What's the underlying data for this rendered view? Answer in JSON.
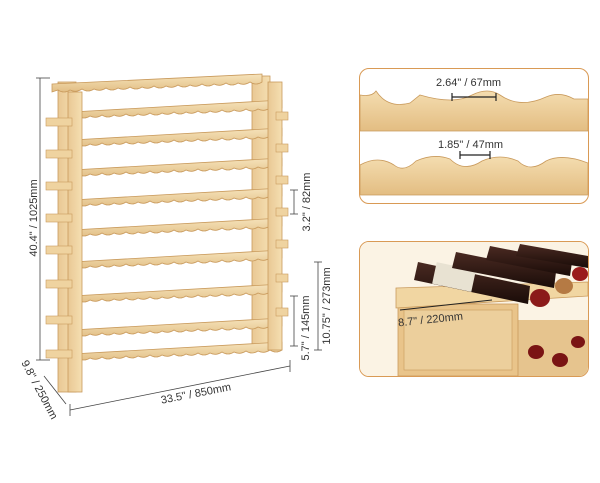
{
  "dimensions": {
    "height": "40.4\" / 1025mm",
    "width": "33.5\" / 850mm",
    "depth": "9.8\" / 250mm",
    "shelf_gap": "3.2\" / 82mm",
    "bottom_gap": "5.7\" / 145mm",
    "lower_section": "10.75\" / 273mm"
  },
  "detail_panel": {
    "large_slot": "2.64\" / 67mm",
    "small_slot": "1.85\" / 47mm"
  },
  "bottle_panel": {
    "shelf_depth": "8.7\" / 220mm"
  },
  "colors": {
    "wood_light": "#f3dcae",
    "wood_mid": "#e8c48a",
    "wood_dark": "#c99a5c",
    "accent_border": "#d99a55",
    "bottle_dark": "#2a1410",
    "bottle_red": "#8b1a1a"
  }
}
